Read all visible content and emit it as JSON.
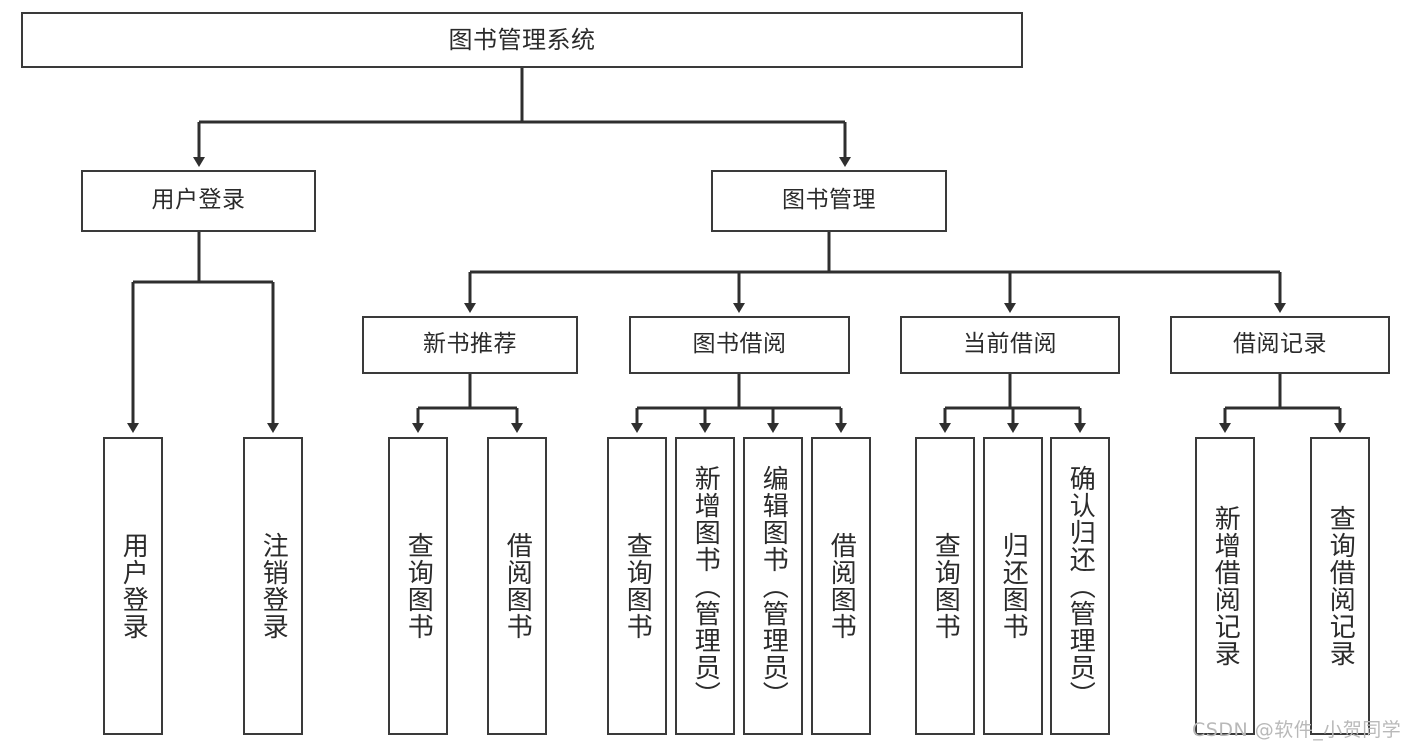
{
  "diagram": {
    "title": "图书管理系统",
    "type": "hierarchy-tree",
    "root": {
      "label": "图书管理系统"
    },
    "level2": [
      {
        "label": "用户登录"
      },
      {
        "label": "图书管理"
      }
    ],
    "level3": [
      {
        "label": "新书推荐"
      },
      {
        "label": "图书借阅"
      },
      {
        "label": "当前借阅"
      },
      {
        "label": "借阅记录"
      }
    ],
    "leaves": {
      "user_login": [
        {
          "label": "用户登录"
        },
        {
          "label": "注销登录"
        }
      ],
      "new_book_recommend": [
        {
          "label": "查询图书"
        },
        {
          "label": "借阅图书"
        }
      ],
      "book_borrow": [
        {
          "label": "查询图书"
        },
        {
          "label": "新增图书（管理员）"
        },
        {
          "label": "编辑图书（管理员）"
        },
        {
          "label": "借阅图书"
        }
      ],
      "current_borrow": [
        {
          "label": "查询图书"
        },
        {
          "label": "归还图书"
        },
        {
          "label": "确认归还（管理员）"
        }
      ],
      "borrow_record": [
        {
          "label": "新增借阅记录"
        },
        {
          "label": "查询借阅记录"
        }
      ]
    }
  },
  "watermark": {
    "text": "CSDN @软件_小贺同学"
  },
  "colors": {
    "stroke": "#3a3a3a",
    "text": "#2b2b2b",
    "background": "#ffffff",
    "watermark": "#b9b9b9"
  }
}
